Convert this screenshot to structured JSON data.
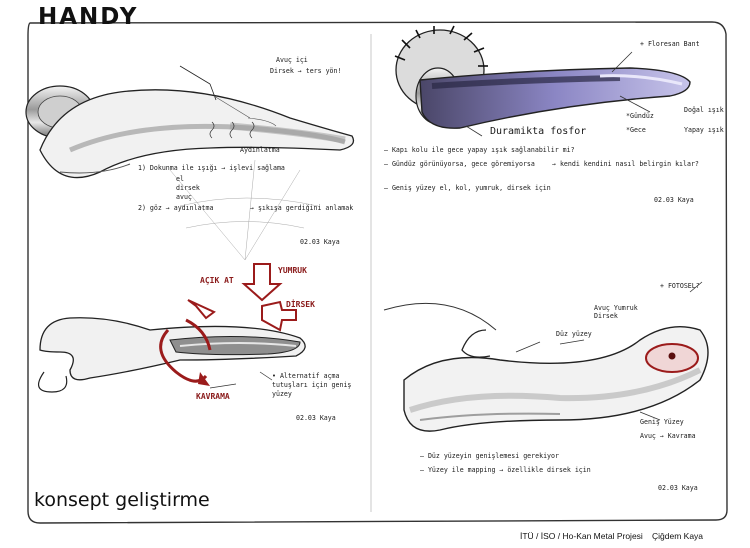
{
  "header": {
    "brand": "HANDY"
  },
  "footer": {
    "title": "konsept geliştirme",
    "project": "İTÜ / İSO / Ho-Kan Metal Projesi",
    "author": "Çiğdem Kaya"
  },
  "sketches": {
    "top_left": {
      "callout_top": "Avuç içi",
      "callout_mid": "Dirsek → ters yön!",
      "label_hot": "Aydınlatma",
      "note1": "1) Dokunma ile ışığı → işlevi sağlama",
      "note1b_a": "el",
      "note1b_b": "dirsek",
      "note1b_c": "avuç",
      "note2a": "2) göz → aydınlatma",
      "note2b": "→ şıkışa gerdiğini anlamak",
      "date": "02.03 Kaya"
    },
    "bottom_left": {
      "label_open": "AÇIK AT",
      "label_push": "YUMRUK",
      "label_elbow": "DİRSEK",
      "label_turn": "KAVRAMA",
      "note": "• Alternatif açma tutuşları için geniş yüzey",
      "date": "02.03 Kaya"
    },
    "top_right": {
      "label_band": "+ Floresan Bant",
      "label_glow": "Duramikta fosfor",
      "label_day": "*Gündüz",
      "label_night": "*Gece",
      "label_natural": "Doğal ışık",
      "label_artificial": "Yapay ışık",
      "note1": "– Kapı kolu ile gece yapay ışık sağlanabilir mi?",
      "note2a": "– Gündüz görünüyorsa, gece göremiyorsa",
      "note2b": "→ kendi kendini nasıl belirgin kılar?",
      "note3": "– Geniş yüzey el, kol, yumruk, dirsek için",
      "date": "02.03 Kaya"
    },
    "bottom_right": {
      "label_photo": "+ FOTOSEL?",
      "label_flat": "Düz yüzey",
      "label_fist": "Avuç Yumruk Dirsek",
      "label_wide": "Geniş Yüzey",
      "label_grip": "Avuç → Kavrama",
      "note1": "– Düz yüzeyin genişlemesi gerekiyor",
      "note2": "– Yüzey ile mapping → özellikle dirsek için",
      "date": "02.03 Kaya"
    }
  }
}
